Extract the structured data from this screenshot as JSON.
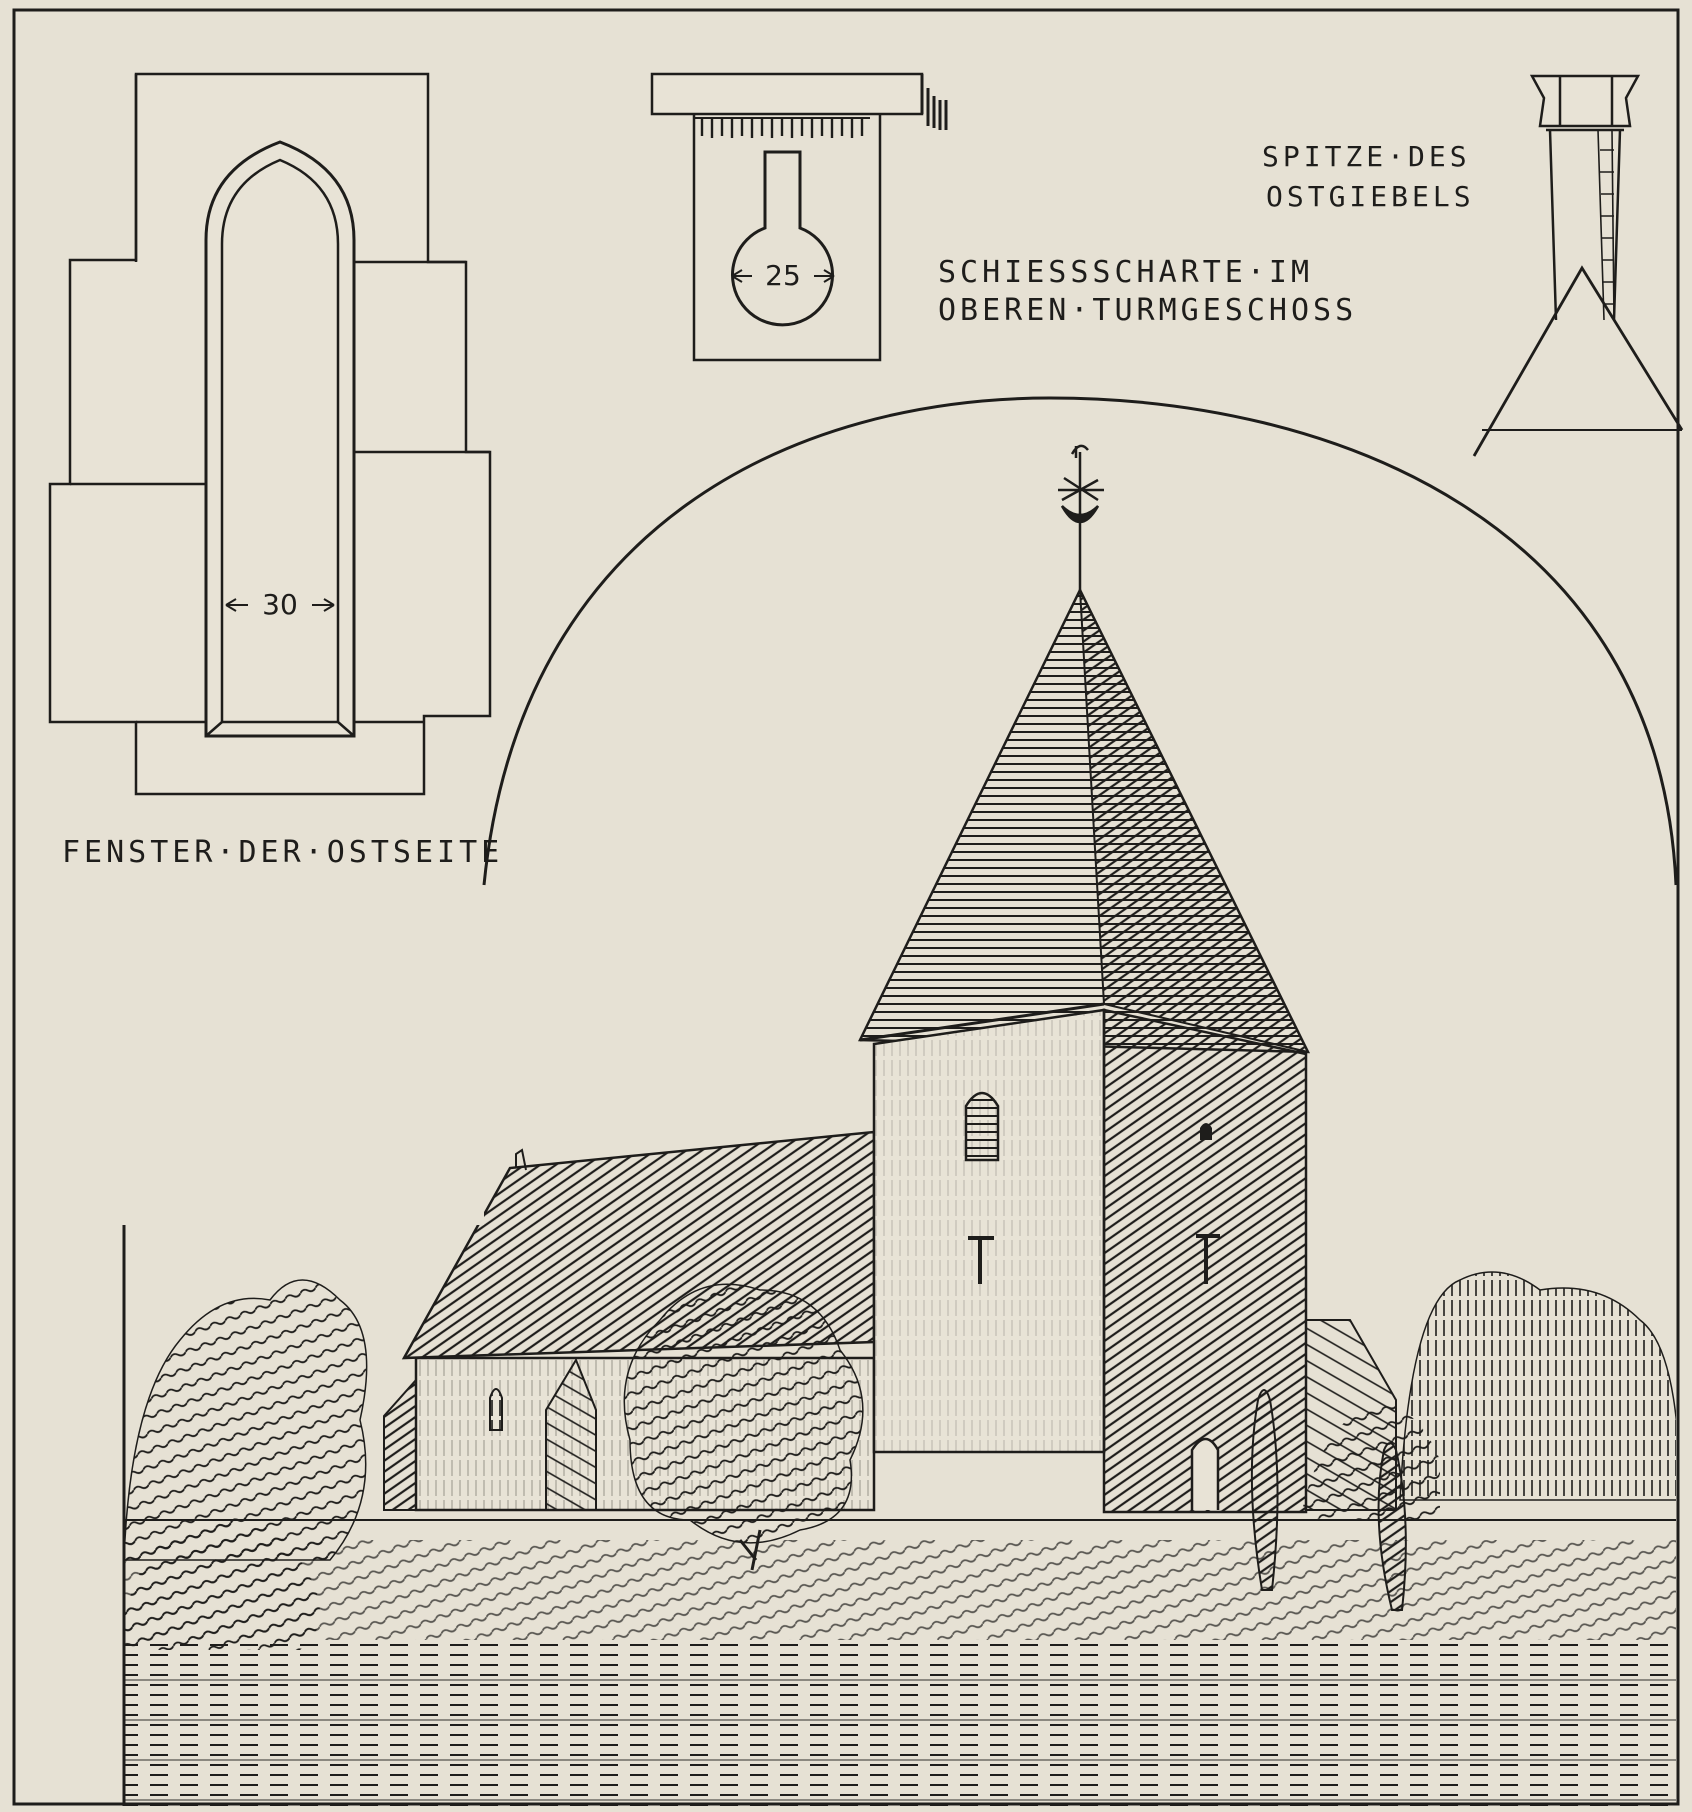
{
  "colors": {
    "paper": "#e6e1d4",
    "ink": "#1e1d1b"
  },
  "labels": {
    "ostgiebel_line1": "SPITZE·DES",
    "ostgiebel_line2": "OSTGIEBELS",
    "schiessscharte_line1": "SCHIESSSCHARTE·IM",
    "schiessscharte_line2": "OBEREN·TURMGESCHOSS",
    "fenster": "FENSTER·DER·OSTSEITE"
  },
  "dimensions": {
    "schiessscharte_width": "25",
    "fenster_width": "30"
  },
  "icons": {
    "church": "church-tower-illustration",
    "weathervane": "weathervane-icon"
  }
}
